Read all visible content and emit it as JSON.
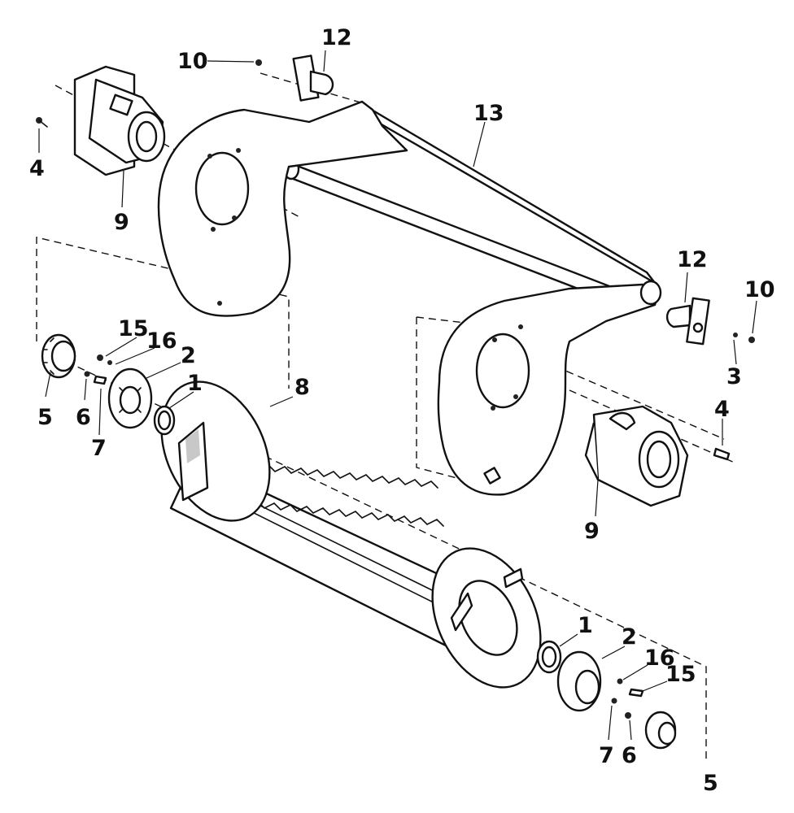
{
  "diagram": {
    "callouts": {
      "c1a": "1",
      "c1b": "1",
      "c2a": "2",
      "c2b": "2",
      "c3": "3",
      "c4a": "4",
      "c4b": "4",
      "c5a": "5",
      "c5b": "5",
      "c6a": "6",
      "c6b": "6",
      "c7a": "7",
      "c7b": "7",
      "c8": "8",
      "c9a": "9",
      "c9b": "9",
      "c10a": "10",
      "c10b": "10",
      "c12a": "12",
      "c12b": "12",
      "c13": "13",
      "c15a": "15",
      "c15b": "15",
      "c16a": "16",
      "c16b": "16"
    }
  }
}
